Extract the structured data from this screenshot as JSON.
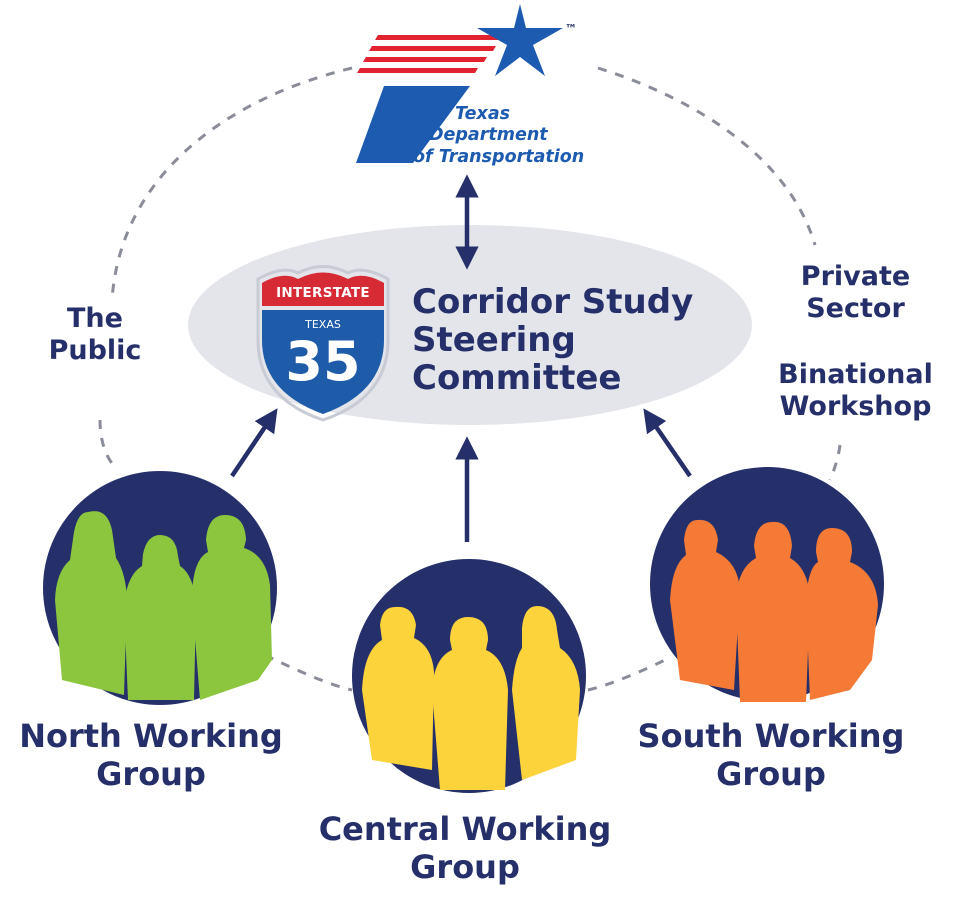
{
  "logo": {
    "org_line1": "Texas",
    "org_line2": "Department",
    "org_line3": "of Transportation",
    "trademark": "™"
  },
  "center": {
    "title_line1": "Corridor Study",
    "title_line2": "Steering",
    "title_line3": "Committee",
    "shield": {
      "top": "INTERSTATE",
      "state": "TEXAS",
      "number": "35"
    }
  },
  "stakeholders": {
    "public_line1": "The",
    "public_line2": "Public",
    "private_line1": "Private",
    "private_line2": "Sector",
    "binational_line1": "Binational",
    "binational_line2": "Workshop"
  },
  "groups": [
    {
      "line1": "North Working",
      "line2": "Group",
      "color": "#8cc63f"
    },
    {
      "line1": "Central Working",
      "line2": "Group",
      "color": "#fdd33c"
    },
    {
      "line1": "South Working",
      "line2": "Group",
      "color": "#f47a36"
    }
  ],
  "colors": {
    "navy": "#25306a",
    "ellipse": "#e3e5ea",
    "dashed_ring": "#8a8c99",
    "txdot_blue": "#1d5bb0",
    "txdot_red": "#e2232f",
    "shield_red": "#d62a35",
    "shield_blue": "#1e5ba8"
  }
}
